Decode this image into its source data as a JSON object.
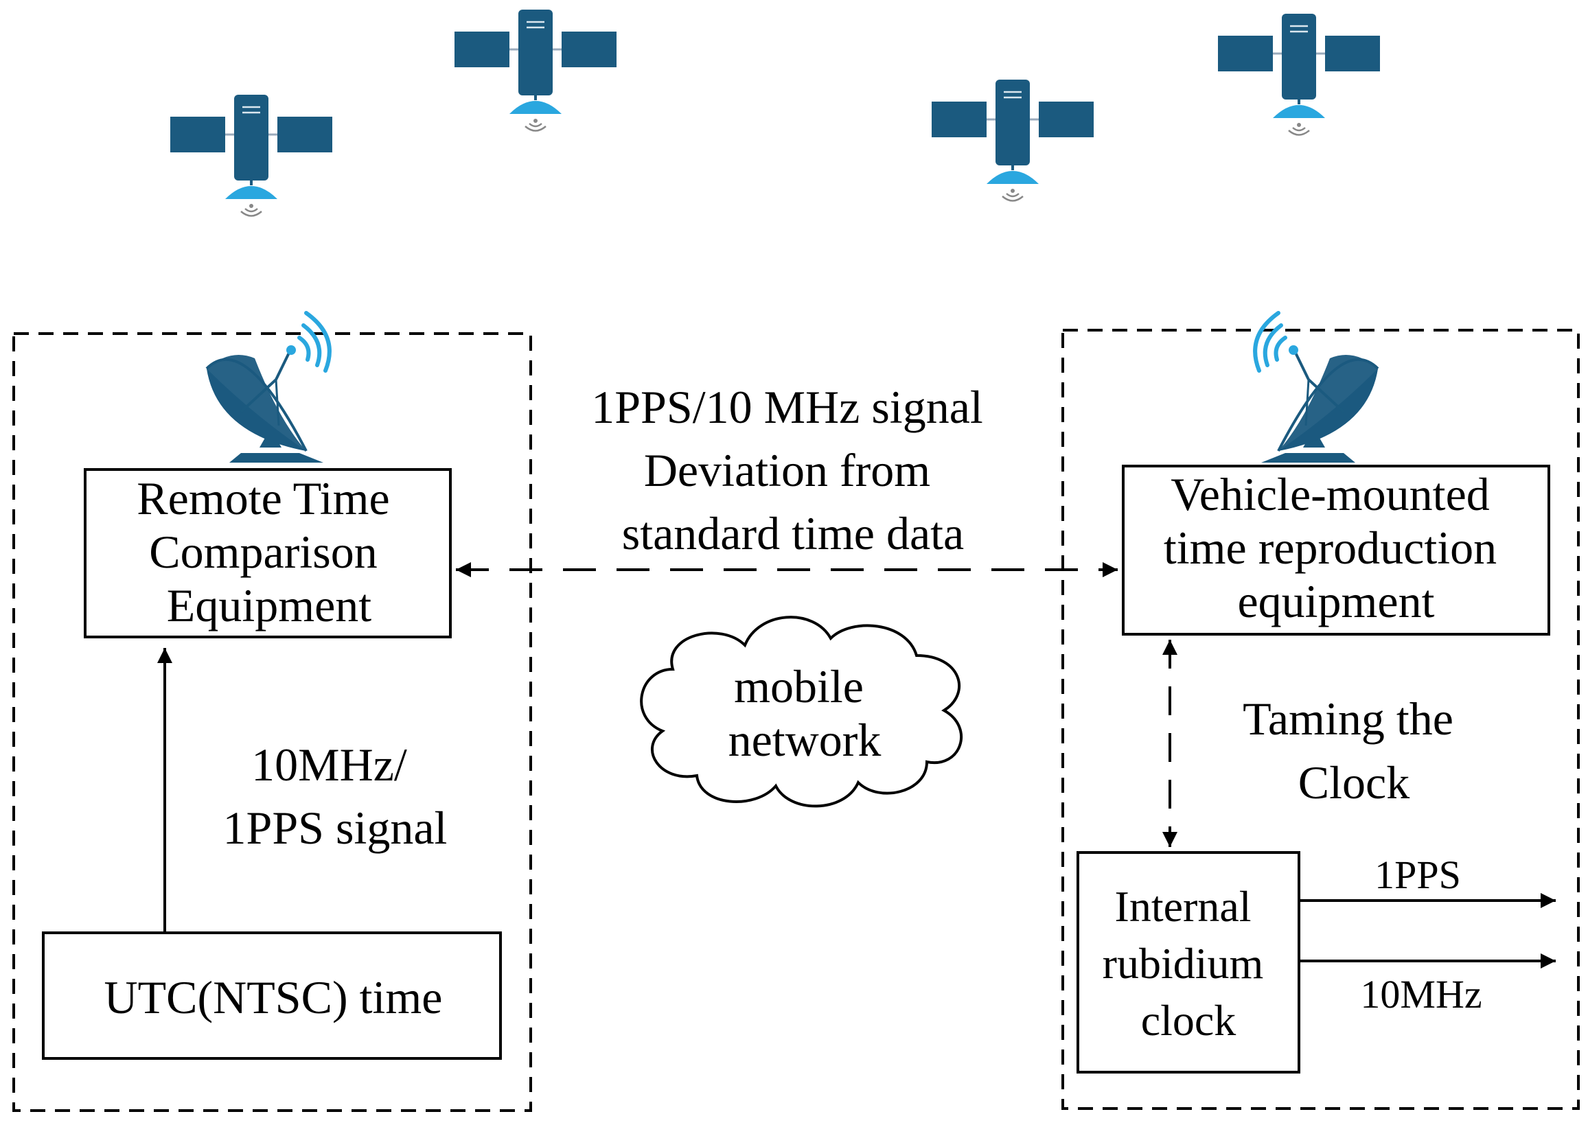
{
  "colors": {
    "satellite_body": "#1b5a7f",
    "satellite_dish": "#2aa7df",
    "antenna_dish": "#1b5a7f",
    "antenna_wave": "#2aa7df",
    "line": "#000000",
    "background": "#ffffff"
  },
  "icons": {
    "satellite": "satellite-icon",
    "ground_antenna": "satellite-dish-icon",
    "cloud": "cloud-shape"
  },
  "boxes": {
    "remote_equipment": {
      "lines": [
        "Remote Time",
        "Comparison",
        "Equipment"
      ]
    },
    "utc_time": {
      "lines": [
        "UTC(NTSC)  time"
      ]
    },
    "vehicle_equipment": {
      "lines": [
        "Vehicle-mounted",
        "time reproduction",
        "equipment"
      ]
    },
    "rubidium_clock": {
      "lines": [
        "Internal",
        "rubidium",
        "clock"
      ]
    }
  },
  "labels": {
    "link_signal": [
      "1PPS/10 MHz signal",
      "Deviation from",
      "standard time data"
    ],
    "cloud": [
      "mobile",
      "network"
    ],
    "utc_signal": [
      "10MHz/",
      "1PPS signal"
    ],
    "taming": [
      "Taming the",
      "Clock"
    ],
    "output_1pps": "1PPS",
    "output_10mhz": "10MHz"
  }
}
